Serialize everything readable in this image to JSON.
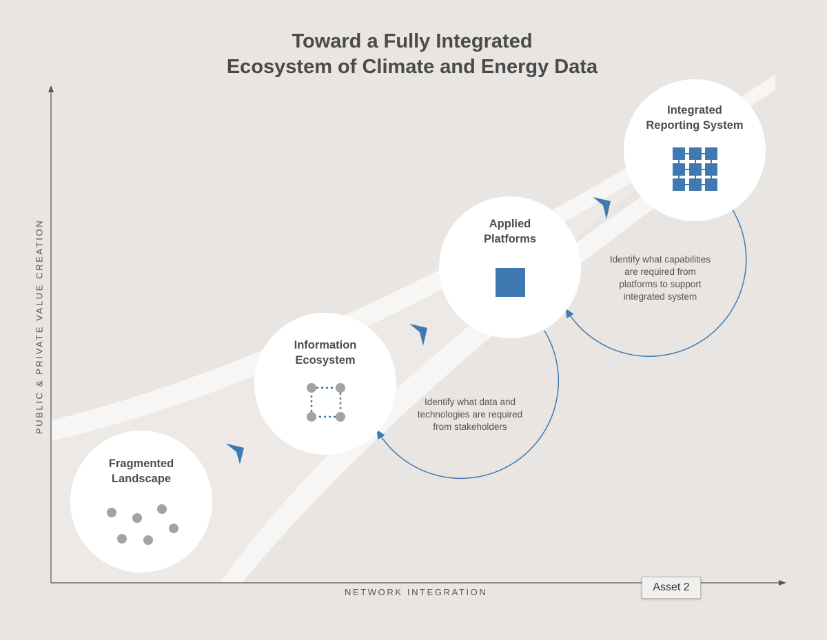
{
  "title": {
    "line1": "Toward a Fully Integrated",
    "line2": "Ecosystem of Climate and Energy Data"
  },
  "axes": {
    "y_label": "PUBLIC & PRIVATE VALUE CREATION",
    "x_label": "NETWORK INTEGRATION"
  },
  "stages": [
    {
      "line1": "Fragmented",
      "line2": "Landscape",
      "icon": "scattered-dots-icon"
    },
    {
      "line1": "Information",
      "line2": "Ecosystem",
      "icon": "dotted-network-square-icon"
    },
    {
      "line1": "Applied",
      "line2": "Platforms",
      "icon": "solid-square-icon"
    },
    {
      "line1": "Integrated",
      "line2": "Reporting System",
      "icon": "grid-blocks-icon"
    }
  ],
  "notes": [
    {
      "line1": "Identify what data and",
      "line2": "technologies are required",
      "line3": "from stakeholders"
    },
    {
      "line1": "Identify what capabilities",
      "line2": "are required from",
      "line3": "platforms to support",
      "line4": "integrated system"
    }
  ],
  "badge": {
    "label": "Asset 2"
  },
  "colors": {
    "background": "#e8e5e2",
    "accent_blue": "#3f79b1",
    "dot_gray": "#a3a3a3",
    "circle_fill": "#ffffff",
    "text": "#4a4a4a"
  }
}
